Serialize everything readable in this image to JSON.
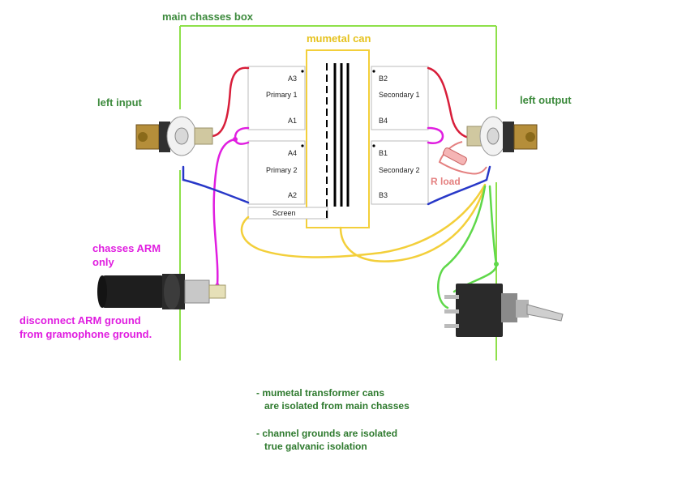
{
  "labels": {
    "main_box": "main chasses box",
    "mumetal_can": "mumetal can",
    "left_input": "left input",
    "left_output": "left output",
    "r_load": "R load",
    "arm_line1": "chasses ARM",
    "arm_line2": "only",
    "disconnect_line1": "disconnect ARM ground",
    "disconnect_line2": "from gramophone ground."
  },
  "transformer": {
    "primary_1": {
      "name": "Primary 1",
      "top_pin": "A3",
      "bottom_pin": "A1"
    },
    "primary_2": {
      "name": "Primary 2",
      "top_pin": "A4",
      "bottom_pin": "A2"
    },
    "secondary_1": {
      "name": "Secondary 1",
      "top_pin": "B2",
      "bottom_pin": "B4"
    },
    "secondary_2": {
      "name": "Secondary 2",
      "top_pin": "B1",
      "bottom_pin": "B3"
    },
    "screen": "Screen"
  },
  "notes": {
    "note1_line1": "- mumetal transformer cans",
    "note1_line2": "are isolated from main chasses",
    "note2_line1": "- channel grounds are isolated",
    "note2_line2": "true galvanic isolation"
  },
  "colors": {
    "chassis_green": "#8ee04a",
    "can_yellow": "#f3cf3a",
    "wire_red": "#d81e3a",
    "wire_magenta": "#e01ee0",
    "wire_blue": "#2838c8",
    "wire_yellow": "#f3cf3a",
    "wire_green": "#5fd84a",
    "resistor": "#e48080"
  }
}
